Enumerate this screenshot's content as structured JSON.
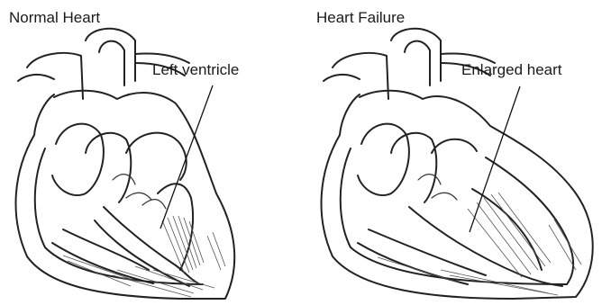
{
  "panels": [
    {
      "title": "Normal Heart",
      "label": "Left ventricle"
    },
    {
      "title": "Heart Failure",
      "label": "Enlarged heart"
    }
  ]
}
